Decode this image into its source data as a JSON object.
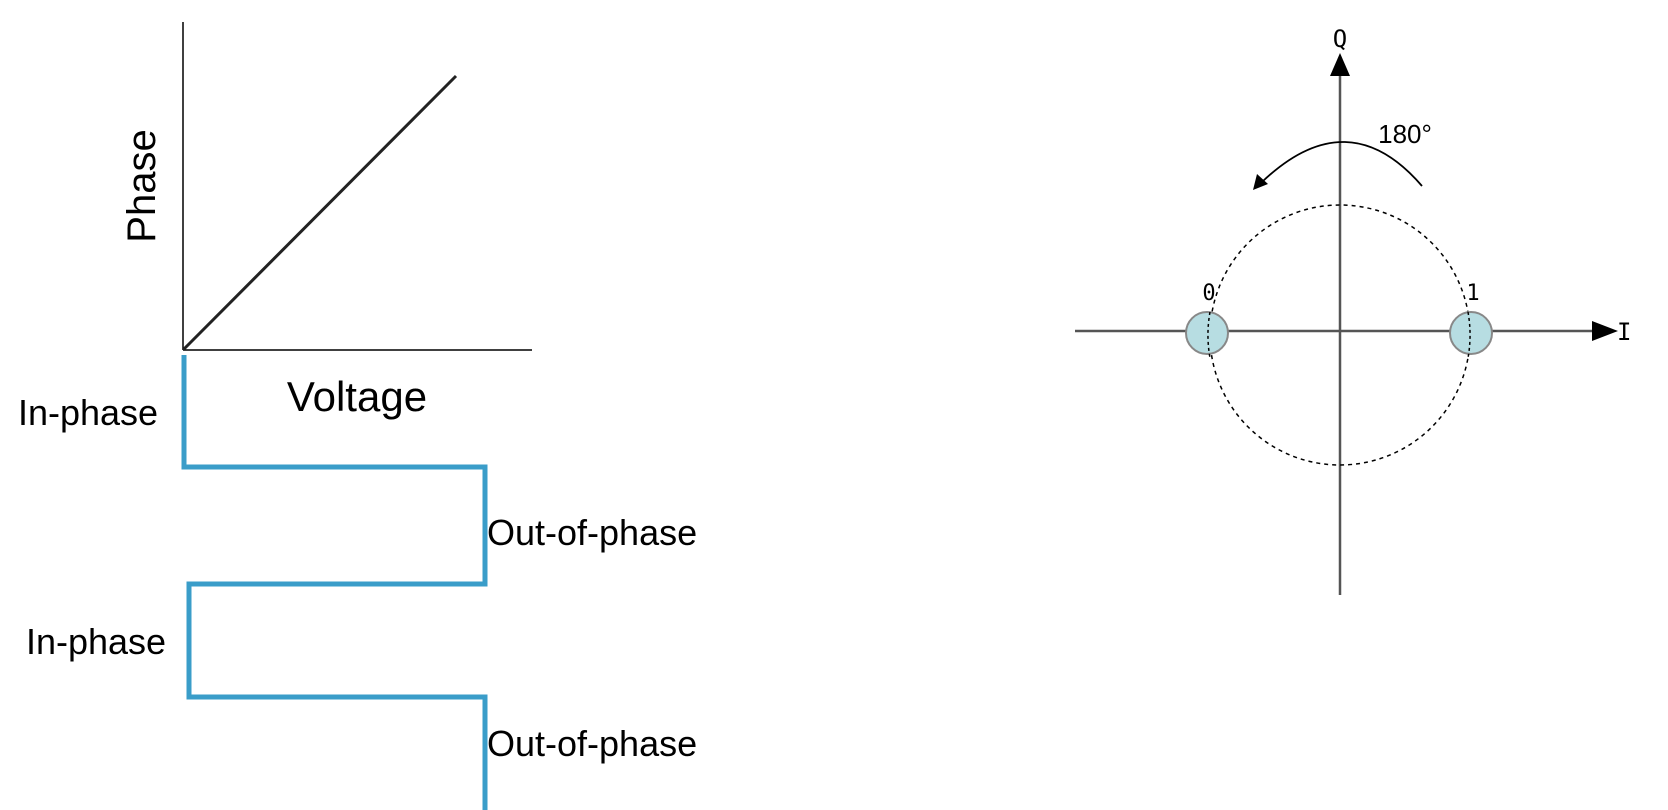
{
  "phase_voltage_plot": {
    "y_label": "Phase",
    "x_label": "Voltage"
  },
  "phase_sequence": {
    "labels": [
      "In-phase",
      "Out-of-phase",
      "In-phase",
      "Out-of-phase"
    ],
    "line_color": "#3a9dc9"
  },
  "constellation": {
    "q_axis_label": "Q",
    "i_axis_label": "I",
    "rotation_label": "180°",
    "point_left_label": "0",
    "point_right_label": "1",
    "point_fill": "#b7dde2"
  }
}
